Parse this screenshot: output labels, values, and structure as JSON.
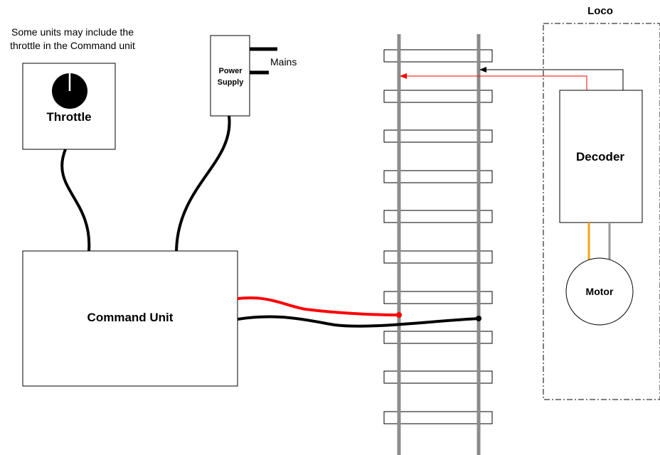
{
  "note": {
    "line1": "Some units may include the",
    "line2": "throttle in the Command unit"
  },
  "throttle": {
    "label": "Throttle"
  },
  "power_supply": {
    "line1": "Power",
    "line2": "Supply",
    "mains_label": "Mains"
  },
  "command_unit": {
    "label": "Command Unit"
  },
  "loco": {
    "label": "Loco",
    "decoder_label": "Decoder",
    "motor_label": "Motor"
  },
  "colors": {
    "outline": "#000000",
    "rail": "#8c8c8c",
    "red_wire": "#ff0000",
    "black_wire": "#000000",
    "orange_wire": "#f5a31a",
    "grey_wire": "#999999"
  },
  "track": {
    "sleeper_count": 10
  }
}
